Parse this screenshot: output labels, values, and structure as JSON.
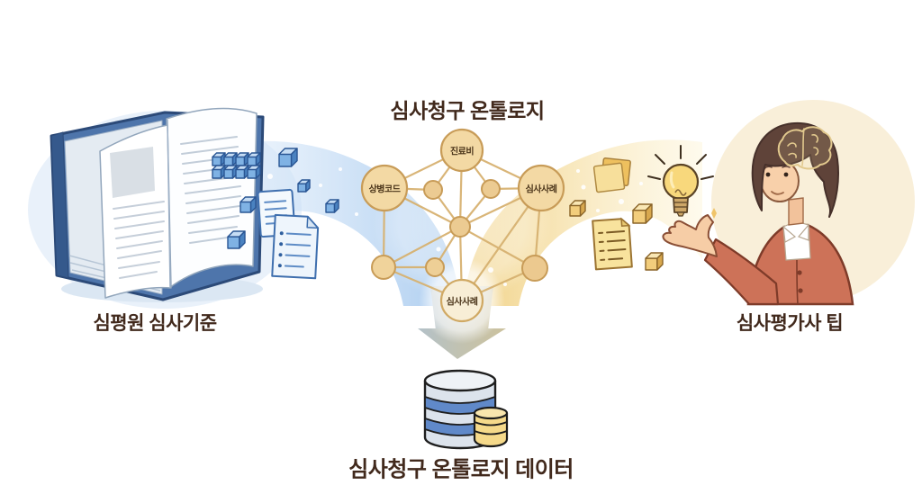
{
  "diagram": {
    "title": "심사청구 온톨로지",
    "source_label": "심평원 심사기준",
    "expert_label": "심사평가사 팁",
    "output_label": "심사청구 온톨로지 데이터",
    "ontology_nodes": {
      "top": "진료비",
      "left": "상병코드",
      "right": "심사사례",
      "bottom": "심사사례"
    },
    "icons": {
      "book": "open-book",
      "blue_cubes": "data-cubes",
      "documents": "document-sheets",
      "lightbulb": "idea-bulb",
      "brain": "brain-doodle",
      "person": "reviewer-woman",
      "arrow": "merge-down-arrow",
      "database": "database-cylinders"
    },
    "colors": {
      "label_text": "#41291c",
      "node_label_text": "#4a3419",
      "network_line": "#d7b271",
      "node_fill": "#f3d9a4",
      "node_border": "#c89c58",
      "stream_blue": "#a6c9ee",
      "stream_gold": "#f0cf7f",
      "cube_blue": "#7fb2e4",
      "item_gold": "#f2cd7c",
      "db_band_blue": "#6089c9",
      "db_gold": "#f5d98a",
      "arrow_gray": "#b9c0b0",
      "cardigan_terracotta": "#cd7258",
      "person_bg_cream": "#f9efd9",
      "book_cover_blue": "#4e75ab"
    }
  }
}
